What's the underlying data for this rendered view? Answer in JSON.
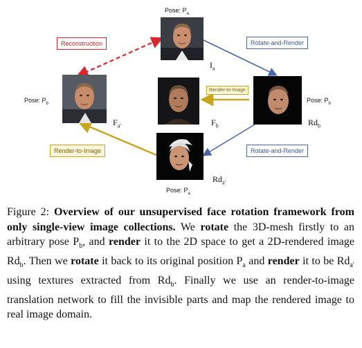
{
  "figure": {
    "pose_top": "Pose: P",
    "pose_top_sub": "a",
    "pose_left": "Pose: P",
    "pose_left_sub": "b",
    "pose_right": "Pose: P",
    "pose_right_sub": "b",
    "pose_bottom": "Pose: P",
    "pose_bottom_sub": "a",
    "label_Ia": "I",
    "label_Ia_sub": "a",
    "label_Fa": "F",
    "label_Fa_sub": "a′",
    "label_Fb": "F",
    "label_Fb_sub": "b",
    "label_Rdb": "Rd",
    "label_Rdb_sub": "b",
    "label_Rda": "Rd",
    "label_Rda_sub": "a′",
    "box_reconstruction": "Reconstruction",
    "box_rotate_render_top": "Rotate-and-Render",
    "box_rotate_render_bottom": "Rotate-and-Render",
    "box_render_to_image_small": "Render-to-Image",
    "box_render_to_image": "Render-to-Image",
    "colors": {
      "red": "#d9252b",
      "blue": "#4a66a8",
      "yellow": "#c9a51e"
    }
  },
  "caption": {
    "fig_number": "Figure 2:",
    "title": "Overview of our unsupervised face rotation framework from only single-view image collections.",
    "t1": "We",
    "b_rotate1": "rotate",
    "t2": "the 3D-mesh firstly to an arbitrary pose P",
    "s_b1": "b",
    "t3": ", and",
    "b_render1": "render",
    "t4": "it to the 2D space to get a 2D-rendered image Rd",
    "s_b2": "b",
    "t5": ". Then we",
    "b_rotate2": "rotate",
    "t6": "it back to its original position P",
    "s_a1": "a",
    "t7": "and",
    "b_render2": "render",
    "t8": "it to be Rd",
    "s_a2": "a′",
    "t9": "using textures extracted from Rd",
    "s_b3": "b",
    "t10": ". Finally we use an render-to-image translation network to fill the invisible parts and map the rendered image to real image domain."
  }
}
